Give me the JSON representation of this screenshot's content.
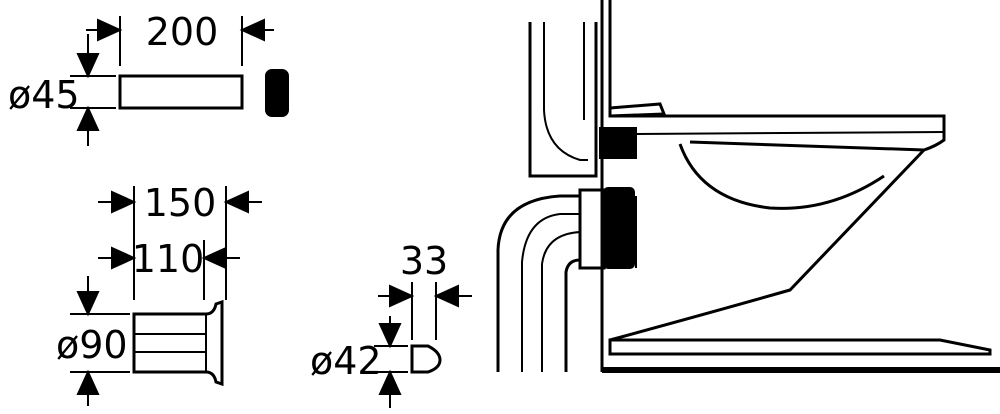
{
  "dimensions": {
    "pipe_length": "200",
    "pipe_diameter": "ø45",
    "connector_length_outer": "150",
    "connector_length_inner": "110",
    "connector_diameter": "ø90",
    "plug_length": "33",
    "plug_diameter": "ø42"
  }
}
